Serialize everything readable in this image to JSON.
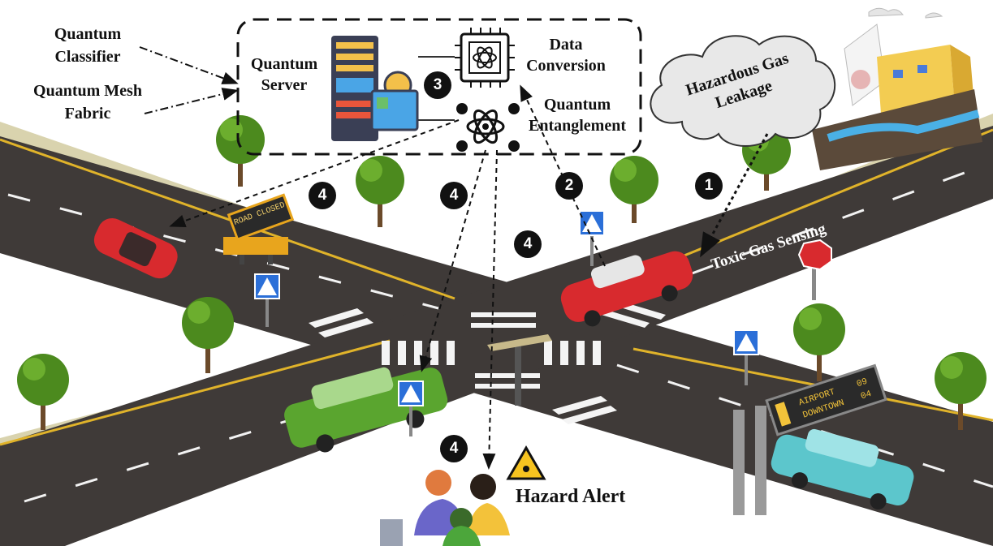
{
  "labels": {
    "quantum_classifier": "Quantum Classifier",
    "quantum_mesh_fabric": "Quantum Mesh Fabric",
    "quantum_server": "Quantum Server",
    "data_conversion": "Data Conversion",
    "quantum_entanglement": "Quantum Entanglement",
    "hazardous_gas_leakage": "Hazardous Gas Leakage",
    "toxic_gas_sensing": "Toxic Gas Sensing",
    "hazard_alert": "Hazard Alert"
  },
  "steps": {
    "s1": "1",
    "s2": "2",
    "s3": "3",
    "s4a": "4",
    "s4b": "4",
    "s4c": "4",
    "s4d": "4"
  },
  "signs": {
    "road_closed": "ROAD CLOSED",
    "airport": "AIRPORT",
    "airport_num": "09",
    "downtown": "DOWNTOWN",
    "downtown_num": "04"
  },
  "colors": {
    "road": "#3f3a38",
    "sidewalk": "#d9d3ae",
    "tree": "#4c8a1e",
    "car_red": "#d82a2e",
    "car_green": "#5aa52f",
    "car_cyan": "#5cc6cc"
  }
}
